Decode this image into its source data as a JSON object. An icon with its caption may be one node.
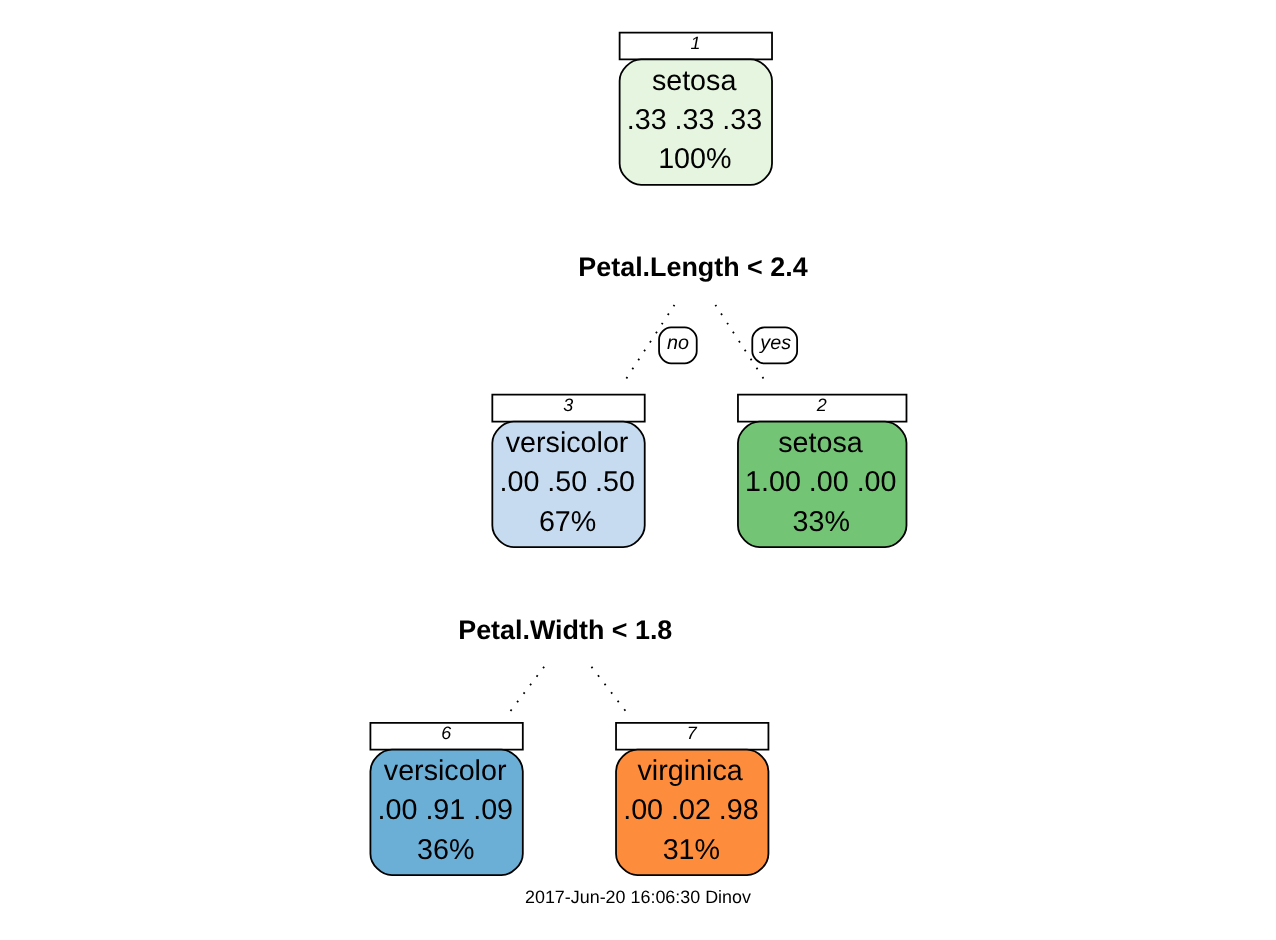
{
  "diagram": {
    "caption": "2017-Jun-20 16:06:30 Dinov",
    "nodes": [
      {
        "text": [
          "setosa",
          ".33 .33 .33",
          "100%"
        ],
        "beside": [
          "1"
        ]
      },
      {
        "text": [
          "Petal.Length < 2.4"
        ]
      },
      {
        "text": [
          "versicolor",
          ".00 .50 .50",
          "67%"
        ],
        "beside": [
          "3"
        ]
      },
      {
        "text": [
          "Petal.Width < 1.8"
        ]
      },
      {
        "text": [
          "setosa",
          "1.00 .00 .00",
          "33%"
        ],
        "beside": [
          "2"
        ]
      },
      {
        "text": [
          "versicolor",
          ".00 .91 .09",
          "36%"
        ],
        "beside": [
          "6"
        ]
      },
      {
        "text": [
          "virginica",
          ".00 .02 .98",
          "31%"
        ],
        "beside": [
          "7"
        ]
      }
    ],
    "edges": [
      {
        "from": 1,
        "to": 4,
        "arrow": "none",
        "label": "yes",
        "style": "dashed"
      },
      {
        "from": 1,
        "to": 2,
        "arrow": "none",
        "label": "no",
        "style": "dashed"
      },
      {
        "from": 3,
        "to": 5,
        "arrow": "none",
        "style": "dashed"
      },
      {
        "from": 3,
        "to": 6,
        "arrow": "none",
        "style": "dashed"
      }
    ]
  }
}
